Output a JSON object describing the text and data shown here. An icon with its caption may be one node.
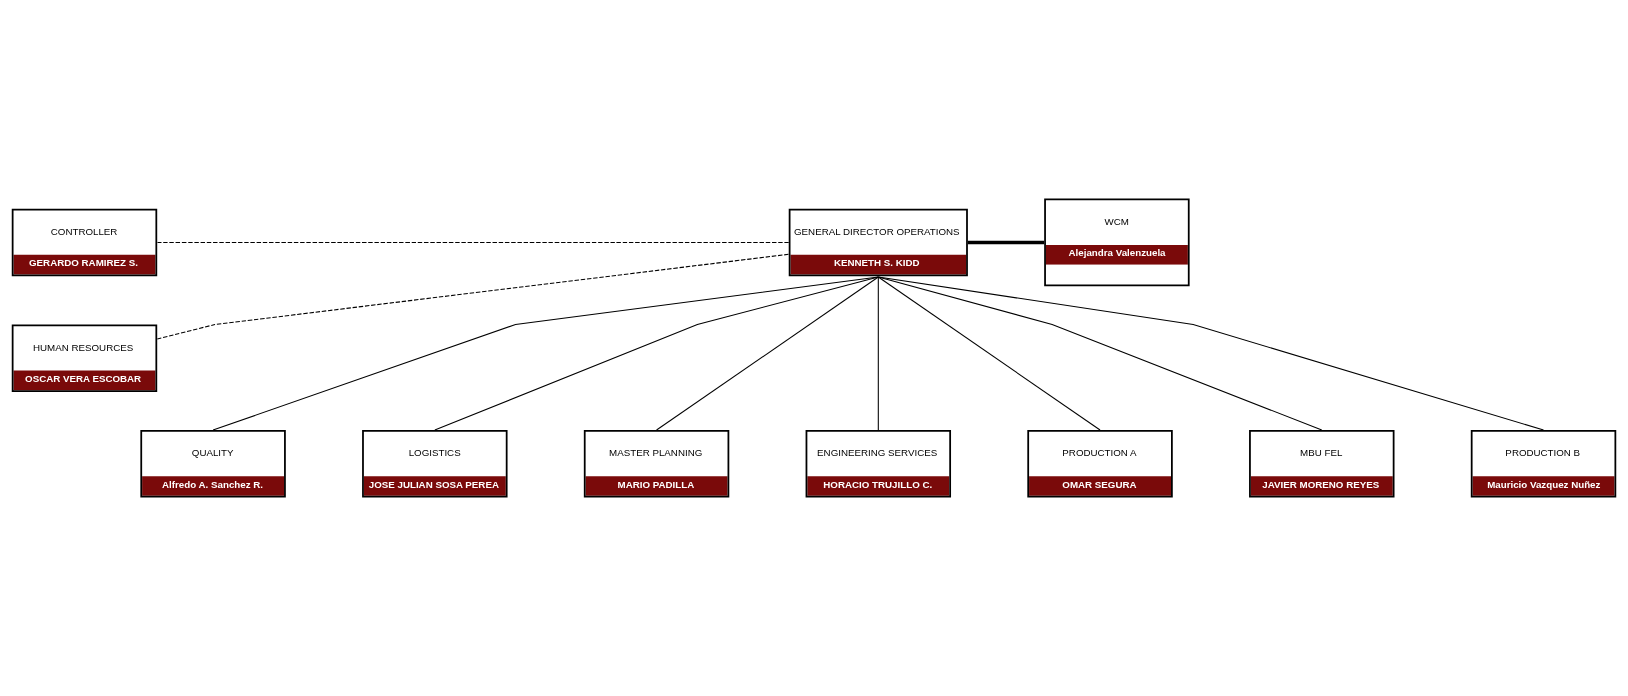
{
  "diagram": {
    "nodes": [
      {
        "text": [
          "GENERAL DIRECTOR OPERATIONS",
          "KENNETH S. KIDD"
        ]
      },
      {
        "text": [
          "CONTROLLER",
          "GERARDO RAMIREZ S."
        ]
      },
      {
        "text": [
          "HUMAN RESOURCES",
          "OSCAR VERA ESCOBAR"
        ]
      },
      {
        "text": [
          "WCM",
          "Alejandra Valenzuela"
        ]
      },
      {
        "text": [
          "QUALITY",
          "Alfredo A. Sanchez R."
        ]
      },
      {
        "text": [
          "LOGISTICS",
          "JOSE JULIAN SOSA PEREA"
        ]
      },
      {
        "text": [
          "MASTER PLANNING",
          "MARIO PADILLA"
        ]
      },
      {
        "text": [
          "ENGINEERING SERVICES",
          "HORACIO TRUJILLO C."
        ]
      },
      {
        "text": [
          "PRODUCTION A",
          "OMAR SEGURA"
        ]
      },
      {
        "text": [
          "MBU FEL",
          "JAVIER MORENO REYES"
        ]
      },
      {
        "text": [
          "PRODUCTION B",
          "Mauricio Vazquez Nuñez"
        ]
      }
    ],
    "edges": [
      {
        "from": 0,
        "to": 1,
        "arrow": "none",
        "style": "dashed"
      },
      {
        "from": 0,
        "to": 2,
        "arrow": "none",
        "style": "dashed"
      },
      {
        "from": 0,
        "to": 3,
        "arrow": "none",
        "style": "thick"
      },
      {
        "from": 0,
        "to": 4,
        "arrow": "none"
      },
      {
        "from": 0,
        "to": 5,
        "arrow": "none"
      },
      {
        "from": 0,
        "to": 6,
        "arrow": "none"
      },
      {
        "from": 0,
        "to": 7,
        "arrow": "none"
      },
      {
        "from": 0,
        "to": 8,
        "arrow": "none"
      },
      {
        "from": 0,
        "to": 9,
        "arrow": "none"
      },
      {
        "from": 0,
        "to": 10,
        "arrow": "none"
      }
    ]
  }
}
